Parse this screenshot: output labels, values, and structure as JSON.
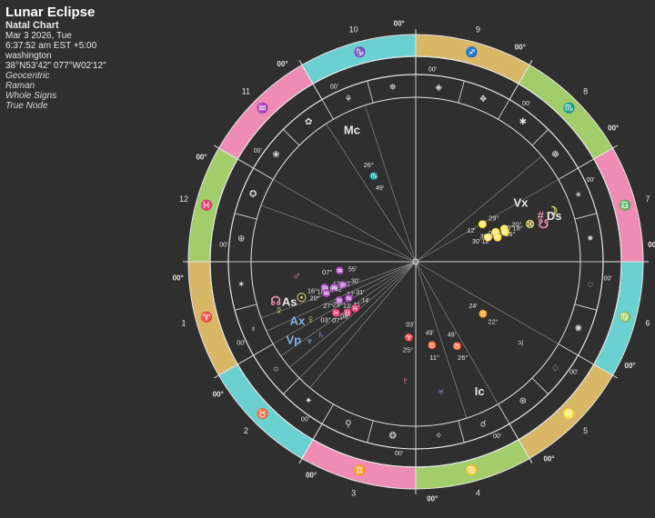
{
  "header": {
    "title": "Lunar Eclipse",
    "chart_type": "Natal Chart",
    "date": "Mar 3 2026, Tue",
    "time": "6:37:52 am  EST +5:00",
    "place": "washington",
    "coords": "38°N53'42\" 077°W02'12\"",
    "options": [
      "Geocentric",
      "Raman",
      "Whole Signs",
      "True Node"
    ]
  },
  "colors": {
    "background": "#2f2f2f",
    "ring": "#e6e6e6",
    "fire": "#ee8cb4",
    "earth": "#d8b767",
    "air": "#a2cd6a",
    "water": "#6bd0d0",
    "text": "#e8e8e8",
    "yellow": "#e6d47a",
    "pink": "#ee8fb3",
    "blue": "#7fb6e8",
    "green": "#a8d36e",
    "purple": "#b899e0"
  },
  "chart": {
    "house_numbers": [
      "1",
      "2",
      "3",
      "4",
      "5",
      "6",
      "7",
      "8",
      "9",
      "10",
      "11",
      "12"
    ],
    "cusp_degree": "00°",
    "cusp_minute": "00'",
    "sign_icons": [
      "aries-icon",
      "taurus-icon",
      "gemini-icon",
      "cancer-icon",
      "leo-icon",
      "virgo-icon",
      "libra-icon",
      "scorpio-icon",
      "sagittarius-icon",
      "capricorn-icon",
      "aquarius-icon",
      "pisces-icon"
    ],
    "sign_glyphs": [
      "♈",
      "♉",
      "♊",
      "♋",
      "♌",
      "♍",
      "♎",
      "♏",
      "♐",
      "♑",
      "♒",
      "♓"
    ],
    "points": [
      {
        "glyph": "Mc",
        "name": "midheaven",
        "deg": "26°",
        "sign": "♏",
        "min": "49'",
        "color": "#e8e8e8"
      },
      {
        "glyph": "♅",
        "name": "uranus",
        "deg": "11°",
        "sign": "♉",
        "min": "49'",
        "color": "#b899e0"
      },
      {
        "glyph": "Vx",
        "name": "vertex",
        "deg": "29°",
        "sign": "♌",
        "min": "12'",
        "color": "#e8e8e8"
      },
      {
        "glyph": "☽",
        "name": "moon",
        "deg": "20°",
        "sign": "♌",
        "min": "07'",
        "color": "#e6d47a"
      },
      {
        "glyph": "#",
        "name": "fortune",
        "deg": "20°",
        "sign": "♌",
        "min": "30'",
        "color": "#ee8fb3"
      },
      {
        "glyph": "⊗",
        "name": "part",
        "deg": "18°",
        "sign": "♌",
        "min": "30'",
        "color": "#e6d47a"
      },
      {
        "glyph": "Ds",
        "name": "descendant",
        "deg": "18°",
        "sign": "♌",
        "min": "30'",
        "color": "#e8e8e8"
      },
      {
        "glyph": "☋",
        "name": "south-node",
        "deg": "16°",
        "sign": "♌",
        "min": "12'",
        "color": "#ee8fb3"
      },
      {
        "glyph": "♂",
        "name": "mars",
        "deg": "07°",
        "sign": "♒",
        "min": "55'",
        "color": "#ee8fb3"
      },
      {
        "glyph": "☊",
        "name": "north-node",
        "deg": "16°",
        "sign": "♒",
        "min": "12'",
        "color": "#ee8fb3"
      },
      {
        "glyph": "As",
        "name": "ascendant",
        "deg": "18°",
        "sign": "♒",
        "min": "30'",
        "color": "#e8e8e8"
      },
      {
        "glyph": "☉",
        "name": "sun",
        "deg": "18°",
        "sign": "♒",
        "min": "30'",
        "color": "#e6d47a"
      },
      {
        "glyph": "☿",
        "name": "mercury",
        "deg": "20°",
        "sign": "♒",
        "min": "42'",
        "color": "#e6d47a"
      },
      {
        "glyph": "Ax",
        "name": "antivertex",
        "deg": "27°",
        "sign": "♒",
        "min": "12'",
        "color": "#7fb6e8"
      },
      {
        "glyph": "♀",
        "name": "venus",
        "deg": "29°",
        "sign": "♒",
        "min": "31'",
        "color": "#a8d36e"
      },
      {
        "glyph": "Vp",
        "name": "vp",
        "deg": "03°",
        "sign": "♓",
        "min": "13'",
        "color": "#7fb6e8"
      },
      {
        "glyph": "♆",
        "name": "neptune",
        "deg": "07°",
        "sign": "♓",
        "min": "21'",
        "color": "#7fb6e8"
      },
      {
        "glyph": "♄",
        "name": "saturn",
        "deg": "08°",
        "sign": "♓",
        "min": "14'",
        "color": "#b899e0"
      },
      {
        "glyph": "Ic",
        "name": "imum-coeli",
        "deg": "26°",
        "sign": "♉",
        "min": "49'",
        "color": "#e8e8e8"
      },
      {
        "glyph": "♃",
        "name": "jupiter",
        "deg": "22°",
        "sign": "♊",
        "min": "24'",
        "color": "#e8e8e8"
      },
      {
        "glyph": "♇",
        "name": "pluto",
        "deg": "25°",
        "sign": "♈",
        "min": "03'",
        "color": "#ee8fb3"
      }
    ]
  }
}
